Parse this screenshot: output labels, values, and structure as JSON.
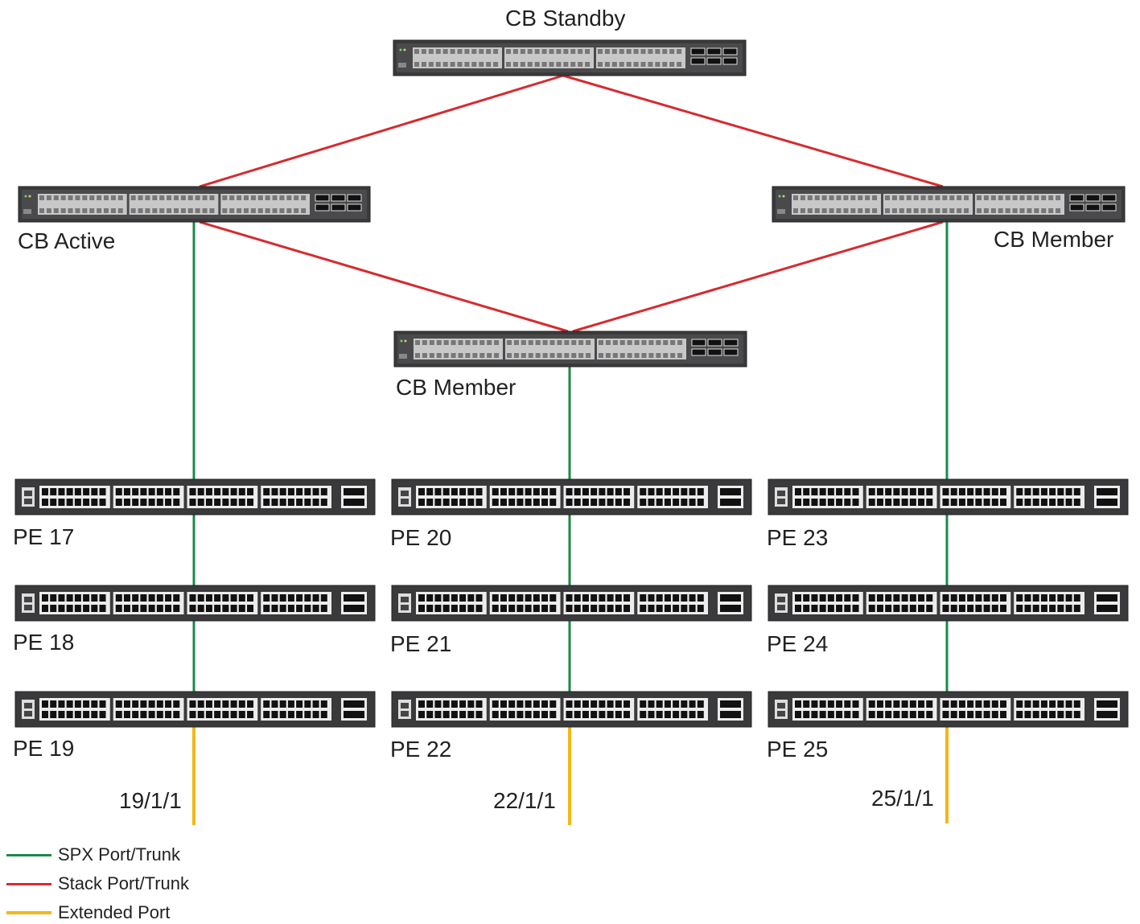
{
  "colors": {
    "spx": "#1a8a4a",
    "stack": "#d62b2f",
    "extended": "#f2b817",
    "switch_body": "#3a3a3c",
    "switch_port": "#c8c8c8"
  },
  "switches": {
    "cb_standby": "CB Standby",
    "cb_active": "CB Active",
    "cb_member_right": "CB Member",
    "cb_member_center": "CB Member",
    "pe17": "PE 17",
    "pe18": "PE 18",
    "pe19": "PE 19",
    "pe20": "PE 20",
    "pe21": "PE 21",
    "pe22": "PE 22",
    "pe23": "PE 23",
    "pe24": "PE 24",
    "pe25": "PE 25"
  },
  "ports": {
    "p19": "19/1/1",
    "p22": "22/1/1",
    "p25": "25/1/1"
  },
  "legend": {
    "spx": "SPX Port/Trunk",
    "stack": "Stack Port/Trunk",
    "extended": "Extended Port"
  }
}
